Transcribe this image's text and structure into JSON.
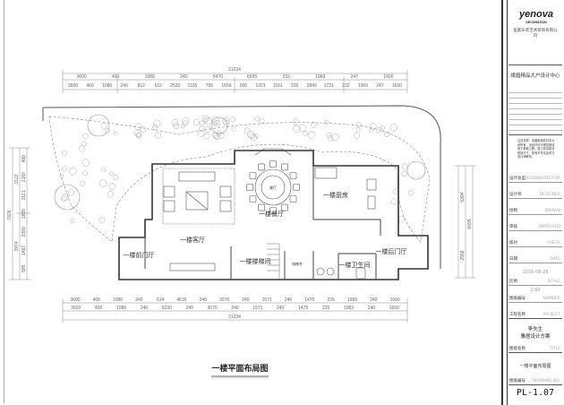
{
  "dimensions": {
    "top_total": "21234",
    "top_row1": [
      "3600",
      "400",
      "1080",
      "240",
      "5470",
      "6595",
      "232",
      "1969",
      "247",
      "1600"
    ],
    "top_row2": [
      "3600",
      "400",
      "1080",
      "240",
      "812",
      "615",
      "2530",
      "1105",
      "795",
      "1656",
      "500",
      "1221",
      "1101",
      "226",
      "2849",
      "1731",
      "232",
      "1969",
      "247",
      "1600"
    ],
    "bottom_row1": [
      "3600",
      "400",
      "1080",
      "240",
      "614",
      "4616",
      "240",
      "3070",
      "240",
      "1571",
      "240",
      "1475",
      "225",
      "1983",
      "240",
      "1600"
    ],
    "bottom_row2": [
      "3600",
      "400",
      "1080",
      "240",
      "5230",
      "240",
      "3070",
      "240",
      "1571",
      "240",
      "1475",
      "225",
      "1983",
      "240",
      "1600"
    ],
    "bottom_total": "21234",
    "left_total": "7826",
    "left_row1": [
      "3122",
      "3974"
    ],
    "left_row2": [
      "480",
      "2160",
      "3121",
      "1855",
      "2300",
      "1467",
      "595"
    ],
    "right_row1": [
      "6695"
    ],
    "right_row2": [
      "5394",
      "2558"
    ]
  },
  "rooms": {
    "living": "一楼客厅",
    "dining": "一楼餐厅",
    "dining_table": "餐厅",
    "kitchen": "一楼厨房",
    "front_hall": "一楼前门厅",
    "stair": "一楼楼梯间",
    "elevator": "电梯井",
    "bathroom": "一楼卫生间",
    "back_hall": "一楼后门厅"
  },
  "drawing_title": "一楼平面布局图",
  "title_block": {
    "logo": "yenova",
    "logo_sub": "DECORATION",
    "company": "伍家乐装艺术装饰有限公司",
    "center": "峨眉精品大户设计中心",
    "notes": "注意事项：本图纸版权归本公司所有，未经许可不得复制或用于其他工程，施工前请核对现场尺寸，如有不符请及时与设计师联系。",
    "fields": [
      {
        "cn": "设计总监",
        "en": "DESIGNDIRECTOR"
      },
      {
        "cn": "设计师",
        "en": "DESIGNER"
      },
      {
        "cn": "绘制",
        "en": "DRAWN"
      },
      {
        "cn": "审核",
        "en": "APPROVED"
      },
      {
        "cn": "核对",
        "en": "CHECK"
      },
      {
        "cn": "日期",
        "en": "DATE"
      }
    ],
    "date": "2016-08-26",
    "scale_label": "比例",
    "scale_en": "SCALE",
    "scale": "1:60",
    "number_label": "图纸编号",
    "number_en": "NUMBER",
    "project_label": "工程名称",
    "project_en": "PROJECT",
    "client": "李先生",
    "project": "雅居设计方案",
    "title_label": "图纸名称",
    "title_en": "TITLE",
    "title": "一楼平面布局图",
    "drawing_no_label": "图纸编号",
    "drawing_no_en": "DRAWING NO.",
    "drawing_no": "PL-1.07"
  }
}
